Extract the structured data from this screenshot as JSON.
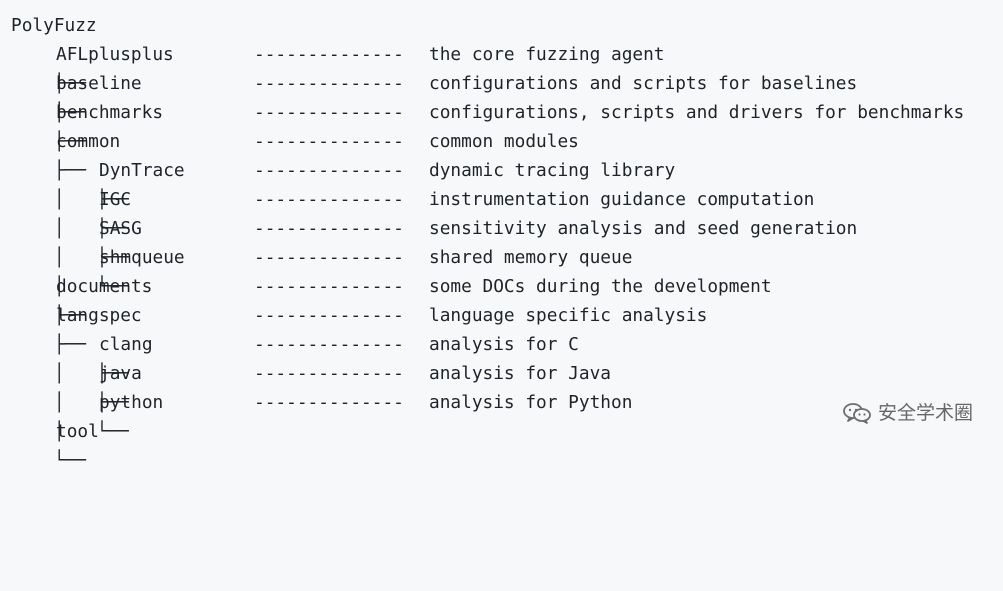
{
  "title": "PolyFuzz",
  "lines": [
    {
      "prefix": "├──",
      "name": "AFLplusplus",
      "dashes": "--------------",
      "desc": "the core fuzzing agent"
    },
    {
      "prefix": "├──",
      "name": "baseline",
      "dashes": "--------------",
      "desc": "configurations and scripts for baselines"
    },
    {
      "prefix": "├──",
      "name": "benchmarks",
      "dashes": "--------------",
      "desc": "configurations, scripts and drivers for benchmarks"
    },
    {
      "prefix": "├──",
      "name": "common",
      "dashes": "--------------",
      "desc": "common modules"
    },
    {
      "prefix": "│   ├──",
      "name": "DynTrace",
      "dashes": "--------------",
      "desc": "dynamic tracing library"
    },
    {
      "prefix": "│   ├──",
      "name": "IGC",
      "dashes": "--------------",
      "desc": "instrumentation guidance computation"
    },
    {
      "prefix": "│   ├──",
      "name": "SASG",
      "dashes": "--------------",
      "desc": "sensitivity analysis and seed generation"
    },
    {
      "prefix": "│   └──",
      "name": "shmqueue",
      "dashes": "--------------",
      "desc": "shared memory queue"
    },
    {
      "prefix": "├──",
      "name": "documents",
      "dashes": "--------------",
      "desc": "some DOCs during the development"
    },
    {
      "prefix": "├──",
      "name": "langspec",
      "dashes": "--------------",
      "desc": "language specific analysis"
    },
    {
      "prefix": "│   ├──",
      "name": "clang",
      "dashes": "--------------",
      "desc": "analysis for C"
    },
    {
      "prefix": "│   ├──",
      "name": "java",
      "dashes": "--------------",
      "desc": "analysis for Java"
    },
    {
      "prefix": "│   └──",
      "name": "python",
      "dashes": "--------------",
      "desc": "analysis for Python"
    },
    {
      "prefix": "└──",
      "name": "tool",
      "dashes": "",
      "desc": ""
    }
  ],
  "watermark": {
    "text": "安全学术圈",
    "icon": "wechat-icon"
  }
}
